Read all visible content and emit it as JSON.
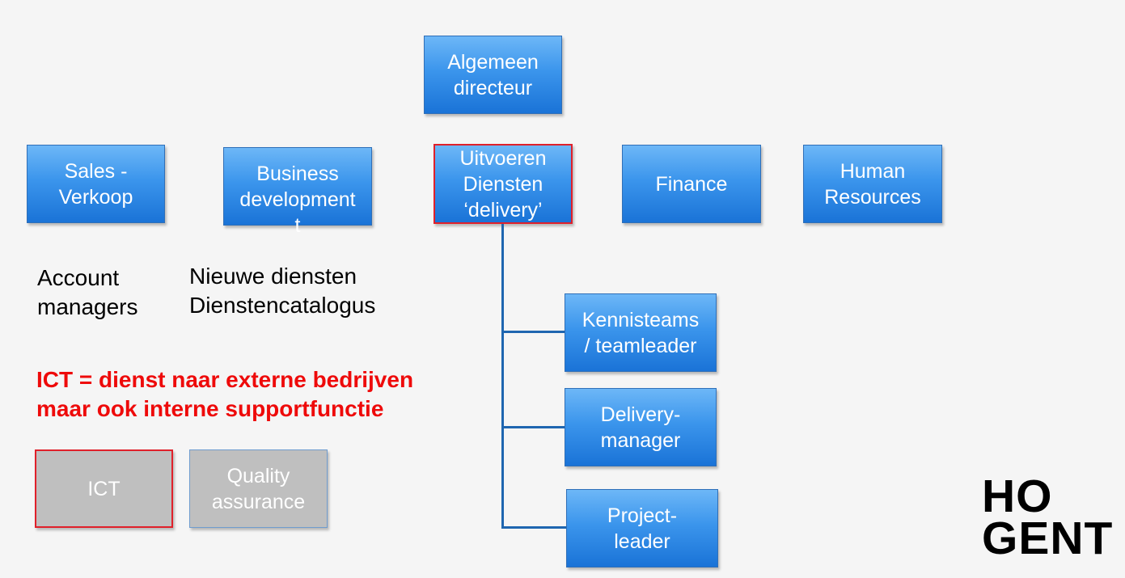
{
  "boxes": {
    "algemeen_directeur": "Algemeen\ndirecteur",
    "sales_verkoop": "Sales -\nVerkoop",
    "business_development": "Business\ndevelopment",
    "business_development_overflow": "t",
    "uitvoeren_diensten": "Uitvoeren\nDiensten\n‘delivery’",
    "finance": "Finance",
    "human_resources": "Human\nResources",
    "kennisteams": "Kennisteams\n/ teamleader",
    "delivery_manager": "Delivery-\nmanager",
    "project_leader": "Project-\nleader",
    "ict": "ICT",
    "quality_assurance": "Quality\nassurance"
  },
  "labels": {
    "account_managers": "Account\nmanagers",
    "nieuwe_diensten": "Nieuwe diensten\nDienstencatalogus",
    "ict_note": "ICT = dienst naar externe bedrijven\nmaar ook interne supportfunctie"
  },
  "logo": {
    "line1": "HO",
    "line2": "GENT"
  },
  "colors": {
    "box_blue": "#3b95ec",
    "box_gray": "#bfbfbf",
    "highlight_red": "#e0202a",
    "note_red": "#ee0a0a",
    "connector_blue": "#1f66b0"
  }
}
